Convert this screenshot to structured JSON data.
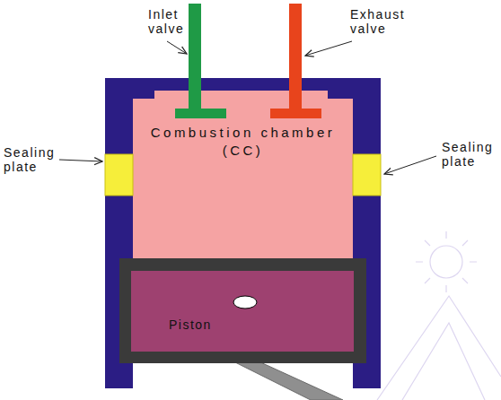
{
  "diagram": {
    "nodes": [
      {
        "text": [
          "Combustion chamber (CC)"
        ]
      },
      {
        "text": [
          "Piston"
        ]
      }
    ],
    "labels": [
      "Inlet valve",
      "Exhaust valve",
      "Sealing plate",
      "Sealing plate"
    ]
  }
}
